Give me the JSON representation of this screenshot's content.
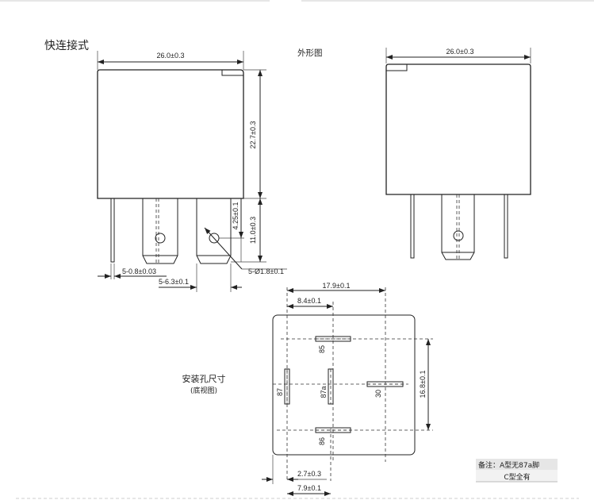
{
  "titles": {
    "quick_connect": "快连接式",
    "outline": "外形图",
    "mounting": "安装孔尺寸",
    "bottom_view": "(底视图)"
  },
  "dims": {
    "width_left": "26.0±0.3",
    "width_right": "26.0±0.3",
    "height": "22.7±0.3",
    "pin_length": "11.0±0.3",
    "hole_pos": "4.25±0.1",
    "pin_thick": "5-0.8±0.03",
    "pin_width": "5-6.3±0.1",
    "hole_dia": "5-Ø1.8±0.1",
    "span_179": "17.9±0.1",
    "span_84": "8.4±0.1",
    "span_168": "16.8±0.1",
    "span_27": "2.7±0.3",
    "span_79": "7.9±0.1"
  },
  "pins": {
    "p85": "85",
    "p86": "86",
    "p87": "87",
    "p87a": "87a",
    "p30": "30"
  },
  "note": {
    "line1": "备注：A型无87a脚",
    "line2": "C型全有"
  }
}
